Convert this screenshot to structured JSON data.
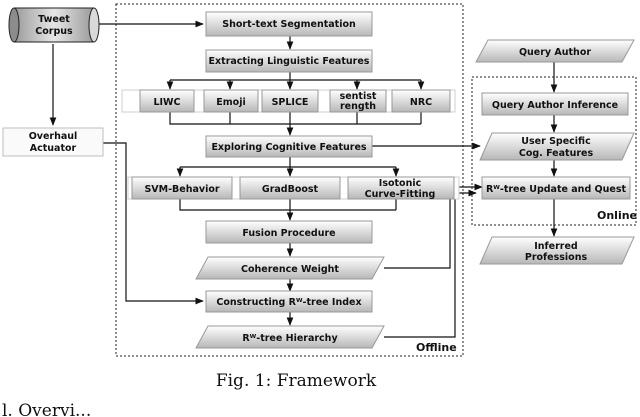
{
  "figure": {
    "caption": "Fig. 1: Framework",
    "next_heading_fragment": "l. Overvi..."
  },
  "regions": {
    "offline": "Offline",
    "online": "Online"
  },
  "nodes": {
    "tweet_corpus_line1": "Tweet",
    "tweet_corpus_line2": "Corpus",
    "overhaul_actuator_line1": "Overhaul",
    "overhaul_actuator_line2": "Actuator",
    "short_text_segmentation": "Short-text Segmentation",
    "extracting_linguistic_features": "Extracting Linguistic Features",
    "liwc": "LIWC",
    "emoji": "Emoji",
    "splice": "SPLICE",
    "sentistrength_line1": "sentist",
    "sentistrength_line2": "rength",
    "nrc": "NRC",
    "exploring_cognitive_features": "Exploring Cognitive Features",
    "svm_behavior": "SVM-Behavior",
    "gradboost": "GradBoost",
    "isotonic_line1": "Isotonic",
    "isotonic_line2": "Curve-Fitting",
    "fusion_procedure": "Fusion Procedure",
    "coherence_weight": "Coherence Weight",
    "constructing_index": "Constructing Rᵂ-tree Index",
    "rtree_hierarchy": "Rᵂ-tree Hierarchy",
    "query_author": "Query Author",
    "query_author_inference": "Query Author Inference",
    "user_specific_line1": "User Specific",
    "user_specific_line2": "Cog. Features",
    "rtree_update": "Rᵂ-tree Update and Quest",
    "inferred_line1": "Inferred",
    "inferred_line2": "Professions"
  },
  "colors": {
    "box_fill_top": "#ffffff",
    "box_fill_bottom": "#b9b9b9",
    "stroke": "#222222"
  }
}
